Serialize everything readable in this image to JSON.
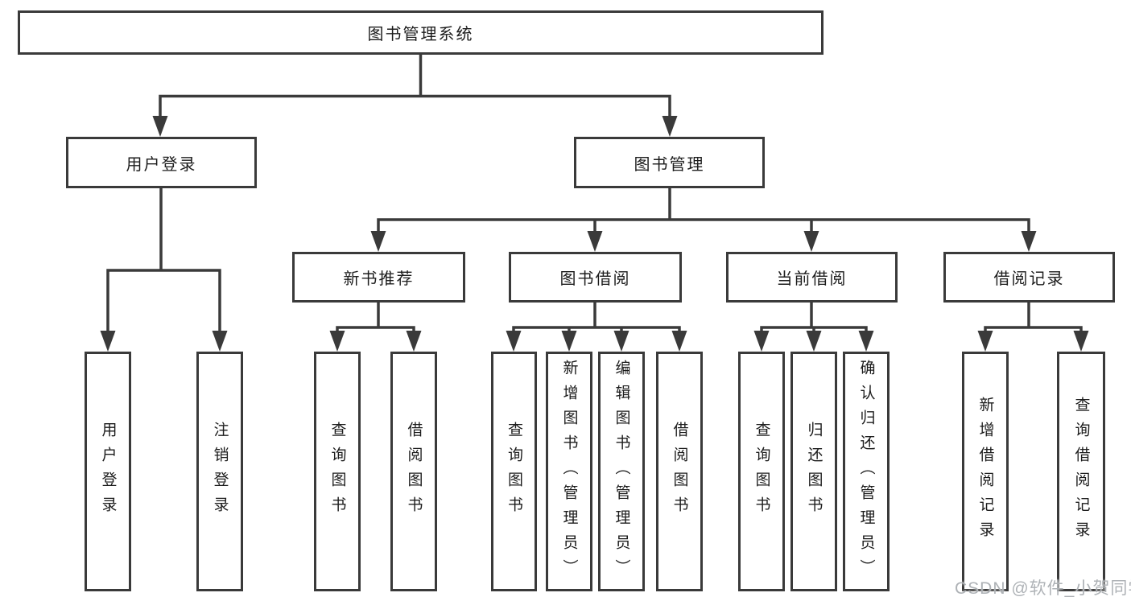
{
  "tree": {
    "label": "图书管理系统",
    "children": [
      {
        "label": "用户登录",
        "children": [
          {
            "label": "用户登录"
          },
          {
            "label": "注销登录"
          }
        ]
      },
      {
        "label": "图书管理",
        "children": [
          {
            "label": "新书推荐",
            "children": [
              {
                "label": "查询图书"
              },
              {
                "label": "借阅图书"
              }
            ]
          },
          {
            "label": "图书借阅",
            "children": [
              {
                "label": "查询图书"
              },
              {
                "label": "新增图书（管理员）"
              },
              {
                "label": "编辑图书（管理员）"
              },
              {
                "label": "借阅图书"
              }
            ]
          },
          {
            "label": "当前借阅",
            "children": [
              {
                "label": "查询图书"
              },
              {
                "label": "归还图书"
              },
              {
                "label": "确认归还（管理员）"
              }
            ]
          },
          {
            "label": "借阅记录",
            "children": [
              {
                "label": "新增借阅记录"
              },
              {
                "label": "查询借阅记录"
              }
            ]
          }
        ]
      }
    ]
  },
  "watermark": {
    "text": "CSDN @软件_小贺同学"
  },
  "colors": {
    "line": "#3a3a3a",
    "text": "#1c1c1c",
    "background": "#ffffff",
    "watermark": "#aeb2b6"
  }
}
